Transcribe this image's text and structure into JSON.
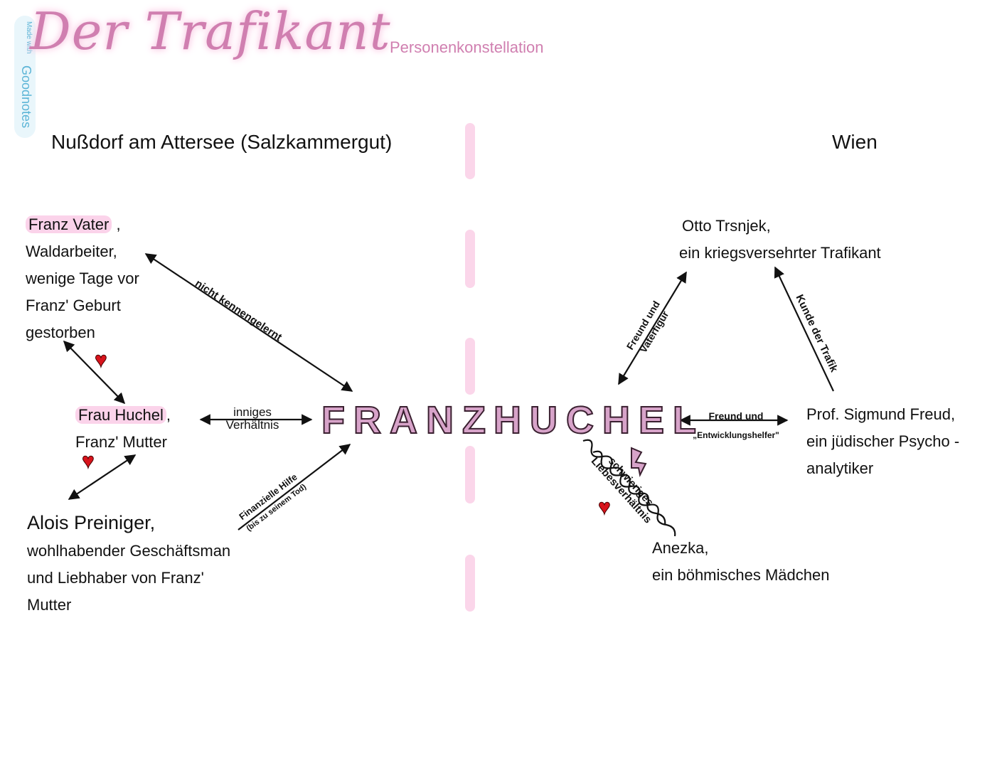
{
  "header": {
    "title": "Der Trafikant",
    "subtitle": "Personenkonstellation",
    "watermark_small": "Made with",
    "watermark_brand": "Goodnotes"
  },
  "locations": {
    "left": "Nußdorf am Attersee (Salzkammergut)",
    "right": "Wien"
  },
  "center": {
    "first": "FRANZ",
    "last": "HUCHEL"
  },
  "characters": {
    "vater": {
      "name": "Franz Vater",
      "lines": [
        ",",
        "Waldarbeiter,",
        "wenige Tage vor",
        "Franz' Geburt",
        "gestorben"
      ]
    },
    "mutter": {
      "name": "Frau Huchel",
      "suffix": ",",
      "lines": [
        "Franz' Mutter"
      ]
    },
    "alois": {
      "name": "Alois Preiniger,",
      "lines": [
        "wohlhabender Geschäftsman",
        "und Liebhaber von Franz'",
        "Mutter"
      ]
    },
    "otto": {
      "name": "Otto Trsnjek,",
      "lines": [
        "ein kriegsversehrter Trafikant"
      ]
    },
    "freud": {
      "name": "Prof. Sigmund Freud,",
      "lines": [
        "ein jüdischer Psycho -",
        "analytiker"
      ]
    },
    "anezka": {
      "name": "Anezka,",
      "lines": [
        "ein böhmisches Mädchen"
      ]
    }
  },
  "relations": {
    "vater_franz": "nicht kennengelernt",
    "mutter_franz": [
      "inniges",
      "Verhältnis"
    ],
    "alois_franz": [
      "Finanzielle Hilfe",
      "(bis zu seinem Tod)"
    ],
    "otto_franz": [
      "Freund und",
      "Vaterfigur"
    ],
    "freud_otto": "Kunde der Trafik",
    "freud_franz": [
      "Freund und",
      "„Entwicklungshelfer\""
    ],
    "anezka_franz": [
      "schwieriges",
      "Liebesverhältnis"
    ]
  },
  "colors": {
    "accent_pink": "#d07fb0",
    "highlight": "#fbd3ea",
    "heart": "#d8141c",
    "watermark": "#5ab4d6"
  },
  "icons": [
    "heart-icon",
    "lightning-icon"
  ]
}
